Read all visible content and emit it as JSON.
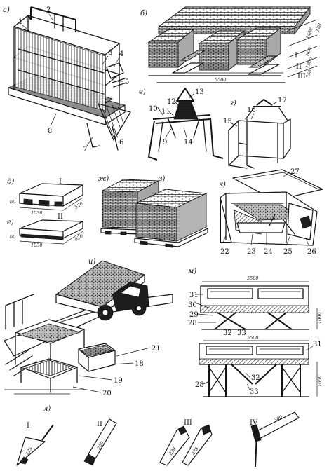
{
  "panels": {
    "a": "а)",
    "b": "б)",
    "v": "в)",
    "g": "г)",
    "d": "д)",
    "e": "е)",
    "zh": "ж)",
    "z": "з)",
    "k": "к)",
    "i": "и)",
    "m": "м)",
    "l": "л)"
  },
  "callouts": {
    "a": [
      "1",
      "2",
      "3",
      "4",
      "5",
      "6",
      "7",
      "8"
    ],
    "v": [
      "10",
      "11",
      "12",
      "13",
      "9",
      "14"
    ],
    "g": [
      "16",
      "17",
      "15"
    ],
    "k": [
      "27",
      "22",
      "23",
      "24",
      "25",
      "26"
    ],
    "i": [
      "21",
      "18",
      "19",
      "20"
    ],
    "m_top": [
      "31",
      "30",
      "29",
      "28",
      "32",
      "33"
    ],
    "m_bottom": [
      "31",
      "28",
      "32",
      "33"
    ]
  },
  "roman": {
    "d": "I",
    "e": "II",
    "l": [
      "I",
      "II",
      "III",
      "IV"
    ]
  },
  "dimensions": {
    "b_length": "5500",
    "b_side": [
      "120",
      "1400",
      "800",
      "1800",
      "350"
    ],
    "b_tiers": [
      "I",
      "II",
      "III"
    ],
    "d": [
      "1030",
      "60",
      "520"
    ],
    "e": [
      "1030",
      "60",
      "520"
    ],
    "m_top": [
      "5500",
      "1000"
    ],
    "m_bottom": [
      "5500",
      "1650"
    ],
    "l": [
      "225",
      "250",
      "238",
      "238",
      "300"
    ]
  }
}
